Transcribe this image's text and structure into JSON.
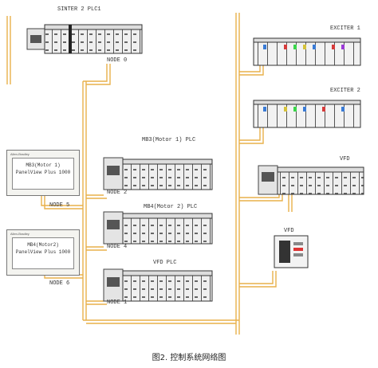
{
  "labels": {
    "sinter_plc": "SINTER 2   PLC1",
    "node0": "NODE 0",
    "exciter1": "EXCITER 1",
    "exciter2": "EXCITER 2",
    "mb3_plc": "MB3(Motor 1)  PLC",
    "node2": "NODE 2",
    "node5": "NODE 5",
    "mb4_plc": "MB4(Motor 2)  PLC",
    "node4": "NODE 4",
    "node6": "NODE 6",
    "vfd_plc": "VFD  PLC",
    "node1": "NODE 1",
    "vfd_right": "VFD",
    "vfd_box": "VFD"
  },
  "panels": {
    "p1": {
      "brand": "Allen-Bradley",
      "text": "MB3(Motor 1)\nPanelView Plus 1000"
    },
    "p2": {
      "brand": "Allen-Bradley",
      "text": "MB4(Motor2)\nPanelView Plus 1000"
    }
  },
  "caption": "图2. 控制系统网络图",
  "colors": {
    "cable": "#e8b04a",
    "module": "#eeeeee",
    "module_dark": "#444444",
    "line": "#555555"
  }
}
